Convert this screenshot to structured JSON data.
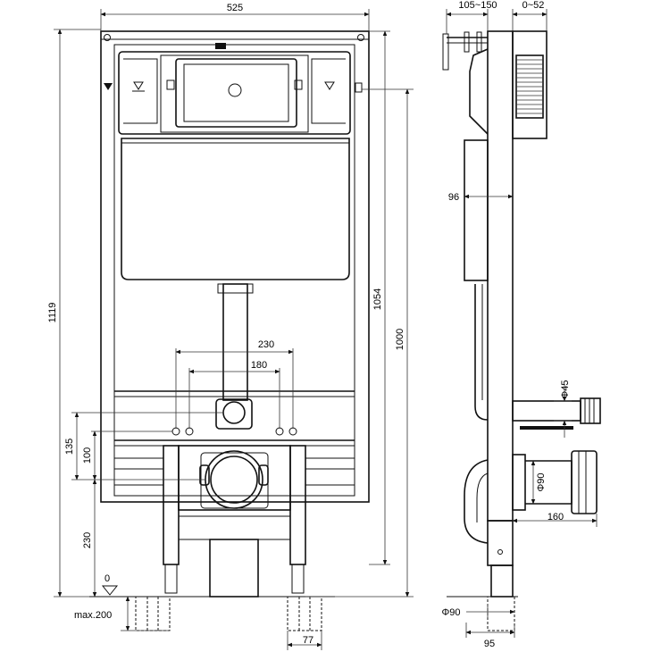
{
  "front_view": {
    "width_total": "525",
    "height_total": "1119",
    "height_1054": "1054",
    "height_1000": "1000",
    "spacing_230": "230",
    "spacing_180": "180",
    "height_135": "135",
    "height_100": "100",
    "height_230": "230",
    "level_zero": "0",
    "adjust_max": "max.200",
    "leg_width": "77"
  },
  "side_view": {
    "depth_range": "105~150",
    "offset_range": "0~52",
    "depth_96": "96",
    "pipe_phi45": "Φ45",
    "pipe_phi90": "Φ90",
    "length_160": "160",
    "bottom_phi90": "Φ90",
    "bottom_95": "95"
  },
  "colors": {
    "line": "#111111",
    "background": "#ffffff"
  }
}
